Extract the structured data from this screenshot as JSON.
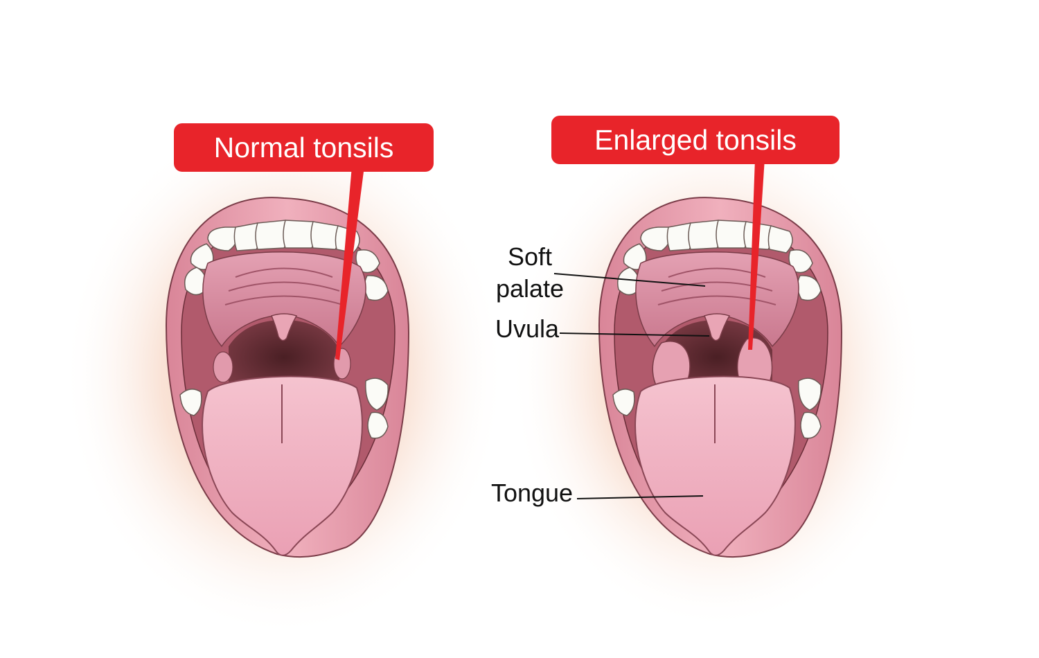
{
  "callouts": {
    "normal": "Normal tonsils",
    "enlarged": "Enlarged tonsils"
  },
  "labels": {
    "soft_palate_line1": "Soft",
    "soft_palate_line2": "palate",
    "uvula": "Uvula",
    "tongue": "Tongue"
  },
  "colors": {
    "callout_red": "#e8242a",
    "lip_pink": "#e99aa9",
    "throat_dark": "#5a2a30",
    "tongue_pink": "#f3b8c6",
    "teeth_white": "#fbfbf7",
    "glow_peach": "#f6cdb4"
  }
}
